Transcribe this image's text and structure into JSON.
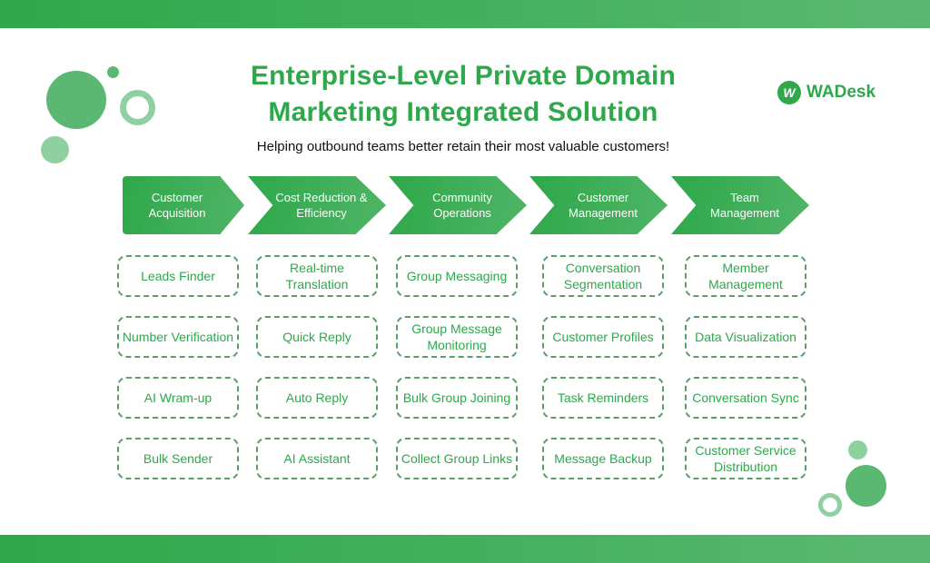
{
  "header": {
    "title_line1": "Enterprise-Level Private Domain",
    "title_line2": "Marketing Integrated Solution",
    "subtitle": "Helping outbound teams better retain their most valuable customers!"
  },
  "logo": {
    "mark": "W",
    "name": "WADesk",
    "icon": "wadesk-logo-icon"
  },
  "colors": {
    "brand_green": "#2ea84a",
    "light_green": "#8fd0a0",
    "dash_border": "#5a9e6a"
  },
  "stages": [
    {
      "label": "Customer Acquisition",
      "features": [
        "Leads Finder",
        "Number Verification",
        "AI Wram-up",
        "Bulk Sender"
      ]
    },
    {
      "label": "Cost Reduction & Efficiency",
      "features": [
        "Real-time Translation",
        "Quick Reply",
        "Auto Reply",
        "AI Assistant"
      ]
    },
    {
      "label": "Community Operations",
      "features": [
        "Group Messaging",
        "Group Message Monitoring",
        "Bulk Group Joining",
        "Collect Group Links"
      ]
    },
    {
      "label": "Customer Management",
      "features": [
        "Conversation Segmentation",
        "Customer Profiles",
        "Task Reminders",
        "Message Backup"
      ]
    },
    {
      "label": "Team Management",
      "features": [
        "Member Management",
        "Data Visualization",
        "Conversation Sync",
        "Customer Service Distribution"
      ]
    }
  ]
}
